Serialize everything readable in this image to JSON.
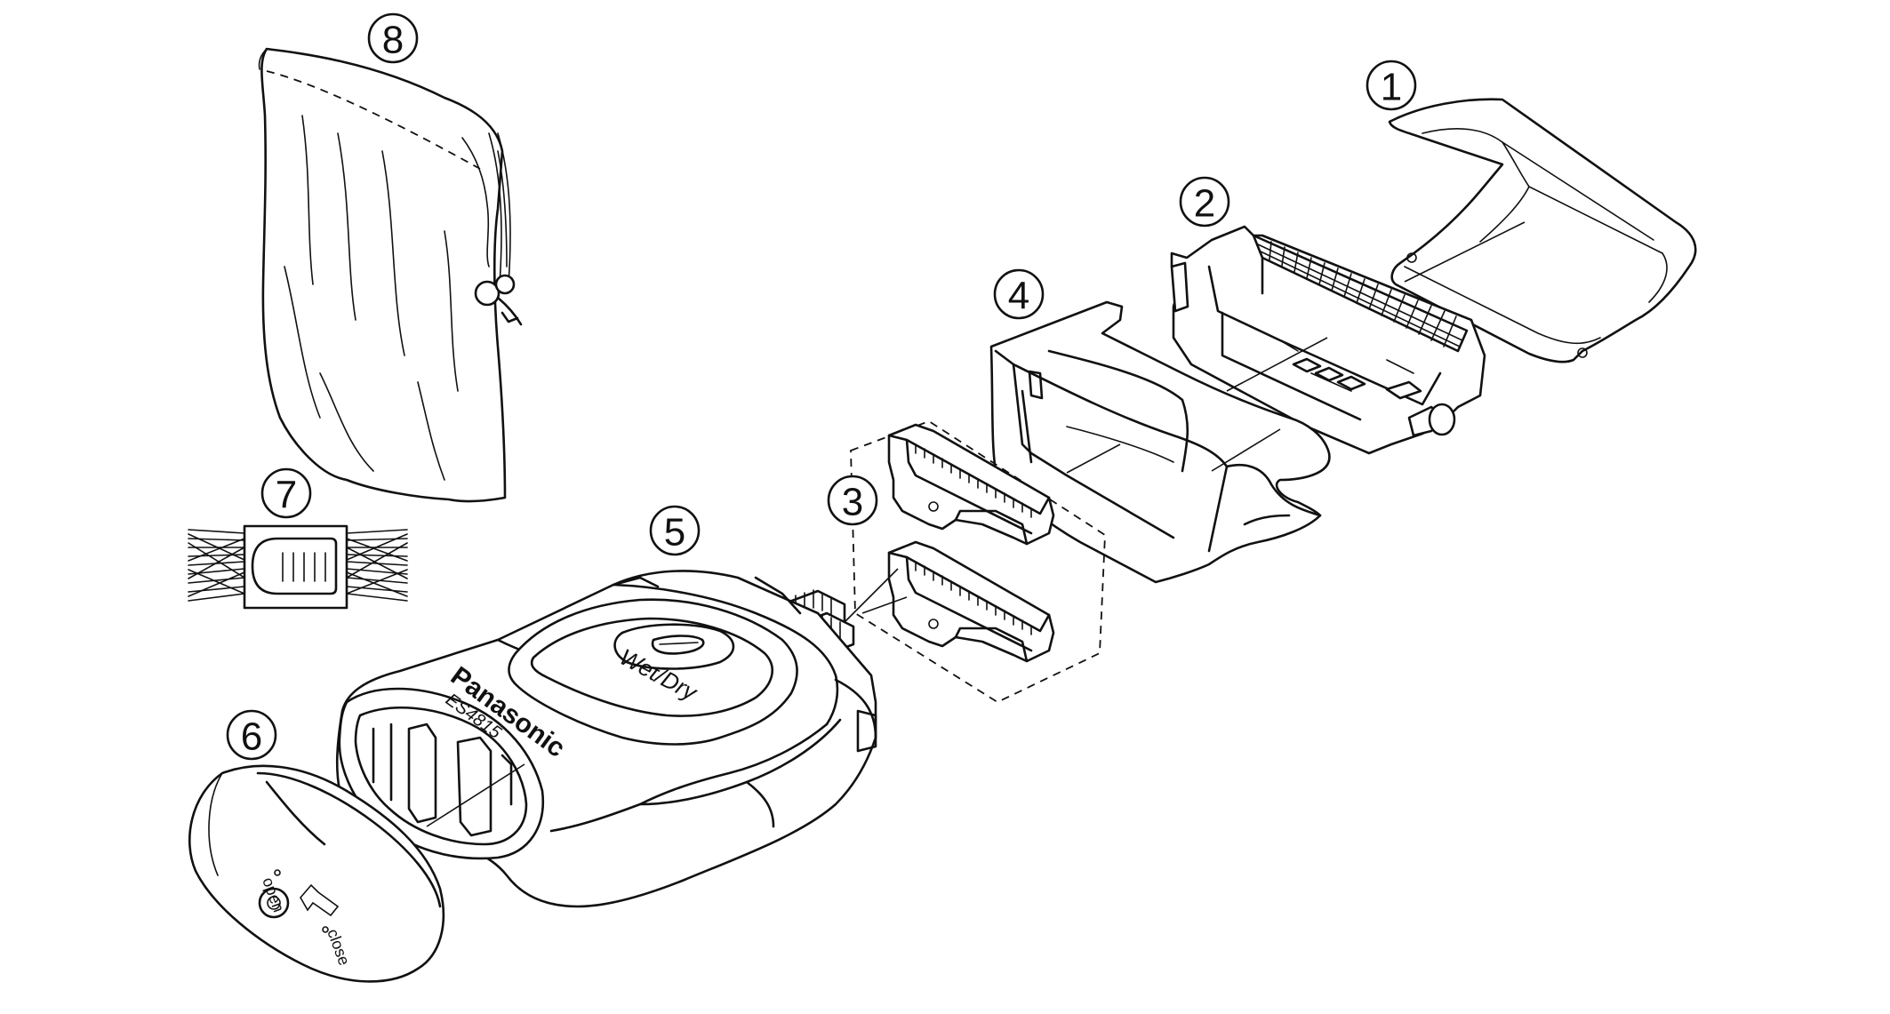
{
  "callouts": [
    {
      "id": "outer-foil",
      "number": "1"
    },
    {
      "id": "inner-foil-frame",
      "number": "2"
    },
    {
      "id": "inner-blades",
      "number": "3"
    },
    {
      "id": "foil-frame-holder",
      "number": "4"
    },
    {
      "id": "main-body",
      "number": "5"
    },
    {
      "id": "battery-cover",
      "number": "6"
    },
    {
      "id": "cleaning-brush",
      "number": "7"
    },
    {
      "id": "travel-pouch",
      "number": "8"
    }
  ],
  "body_print": {
    "mode": "Wet/Dry",
    "brand": "Panasonic",
    "model": "ES4815"
  },
  "cover_print": {
    "open": "open",
    "close": "close"
  },
  "icons": [
    "arrow-icon",
    "battery-lock-icon"
  ],
  "colors": {
    "line": "#111111",
    "background": "#ffffff"
  }
}
